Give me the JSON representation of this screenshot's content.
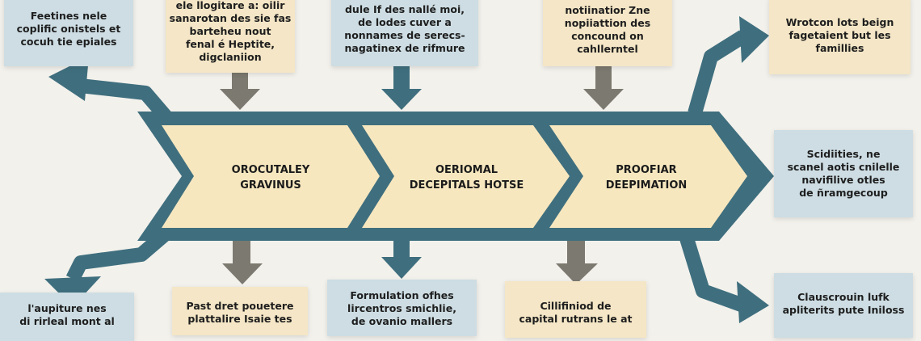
{
  "colors": {
    "teal": "#3f6f7e",
    "gray_arrow": "#7c7a70",
    "stage_fill": "#f7e7bf",
    "blue_box": "#cddde3",
    "tan_box": "#f4e6c6"
  },
  "stages": [
    {
      "label": "OROCUTALEY\nGRAVINUS"
    },
    {
      "label": "OERIOMAL\nDECEPITALS HOTSE"
    },
    {
      "label": "PROOFIAR\nDEEPIMATION"
    }
  ],
  "top_boxes": [
    {
      "text": "Feetines nele\ncoplific onistels et\ncocuh tie epiales"
    },
    {
      "text": "ele llogitare a: oilir\nsanarotan des sie fas\nbarteheu nout\nfenal é Heptite,\ndigclaniion"
    },
    {
      "text": "dule If des nallé moi,\nde lodes cuver a\nnonnames de serecs-\nnagatinex de rifmure"
    },
    {
      "text": "notiinatior Zne\nnopiiattion des\nconcound on\ncahllerntel"
    },
    {
      "text": "Wrotcon lots beign\nfagetaient but les\nfamillies"
    }
  ],
  "right_boxes": [
    {
      "text": "Scidiities, ne\nscanel aotis cnilelle\nnavifilive otles\nde ñramgecoup"
    },
    {
      "text": "Clauscrouin lufk\napliterits pute Iniloss"
    }
  ],
  "bottom_boxes": [
    {
      "text": "l'aupiture nes\ndi rirleal mont al"
    },
    {
      "text": "Past dret pouetere\nplattalire Isaie tes"
    },
    {
      "text": "Formulation ofhes\nlircentros smichlie,\nde ovanio mallers"
    },
    {
      "text": "Cillifiniod de\ncapital rutrans le at"
    }
  ]
}
